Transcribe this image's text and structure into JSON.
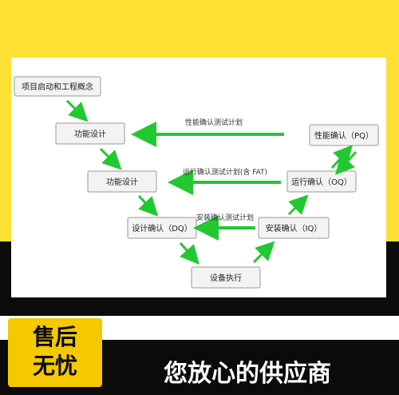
{
  "nodes": [
    {
      "id": "n1",
      "label": "项目启动和工程概念"
    },
    {
      "id": "n2",
      "label": "功能设计"
    },
    {
      "id": "n3",
      "label": "功能设计"
    },
    {
      "id": "n4",
      "label": "设计确认（DQ）"
    },
    {
      "id": "n5",
      "label": "设备执行"
    },
    {
      "id": "n6",
      "label": "安装确认（IQ）"
    },
    {
      "id": "n7",
      "label": "运行确认（OQ）"
    },
    {
      "id": "n8",
      "label": "性能确认（PQ）"
    }
  ],
  "edges": [
    {
      "id": "e1",
      "label": "性能确认测试计划"
    },
    {
      "id": "e2",
      "label": "运行确认测试计划(含 FAT)"
    },
    {
      "id": "e3",
      "label": "安装确认测试计划"
    }
  ],
  "badge": {
    "line1": "售后",
    "line2": "无忧"
  },
  "slogan": "您放心的供应商",
  "colors": {
    "arrow": "#22c832",
    "node_fill": "#f3f3f3",
    "node_border": "#9a9a9a",
    "yellow": "#fde033",
    "badge": "#f5c800"
  }
}
